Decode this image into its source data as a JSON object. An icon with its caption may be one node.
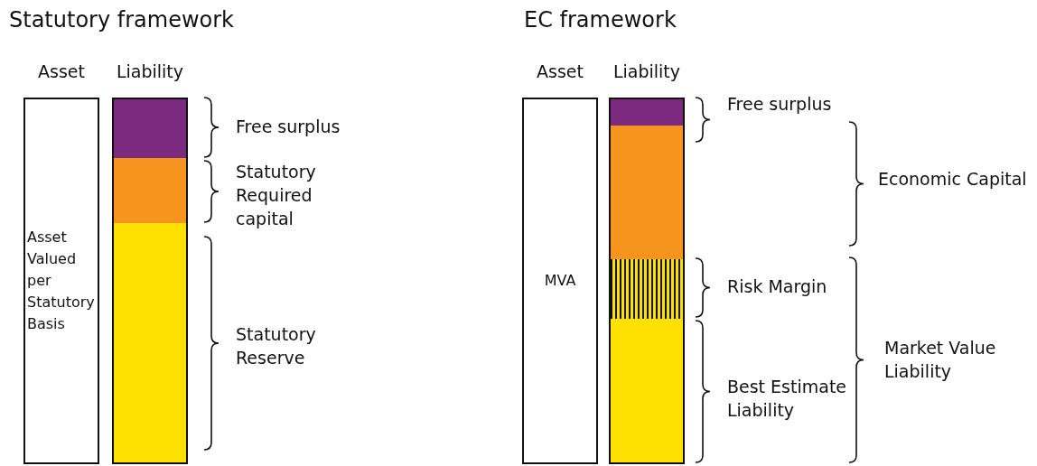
{
  "diagram": {
    "nodes": [
      {
        "text": [
          "Asset",
          "Asset Valued per Statutory Basis"
        ]
      },
      {
        "text": [
          "Liability"
        ]
      },
      {
        "text": [],
        "shape": "bar",
        "in": 1,
        "beside": [
          "Free surplus"
        ]
      },
      {
        "text": [],
        "shape": "bar",
        "in": 1,
        "beside": [
          "Statutory Required capital"
        ]
      },
      {
        "text": [],
        "shape": "bar",
        "in": 1,
        "beside": [
          "Statutory Reserve"
        ]
      },
      {
        "text": [
          "Asset",
          "MVA"
        ]
      },
      {
        "text": [
          "Liability"
        ]
      },
      {
        "text": [],
        "shape": "bar",
        "in": 6,
        "beside": [
          "Free surplus"
        ]
      },
      {
        "text": [],
        "shape": "bar",
        "in": 6
      },
      {
        "text": [],
        "shape": "bar",
        "in": 6,
        "beside": [
          "Risk Margin"
        ]
      },
      {
        "text": [],
        "shape": "bar",
        "in": 6,
        "beside": [
          "Best Estimate Liability"
        ]
      }
    ],
    "labels": [
      "Statutory framework",
      "EC framework",
      "Economic Capital",
      "Market Value Liability"
    ]
  }
}
